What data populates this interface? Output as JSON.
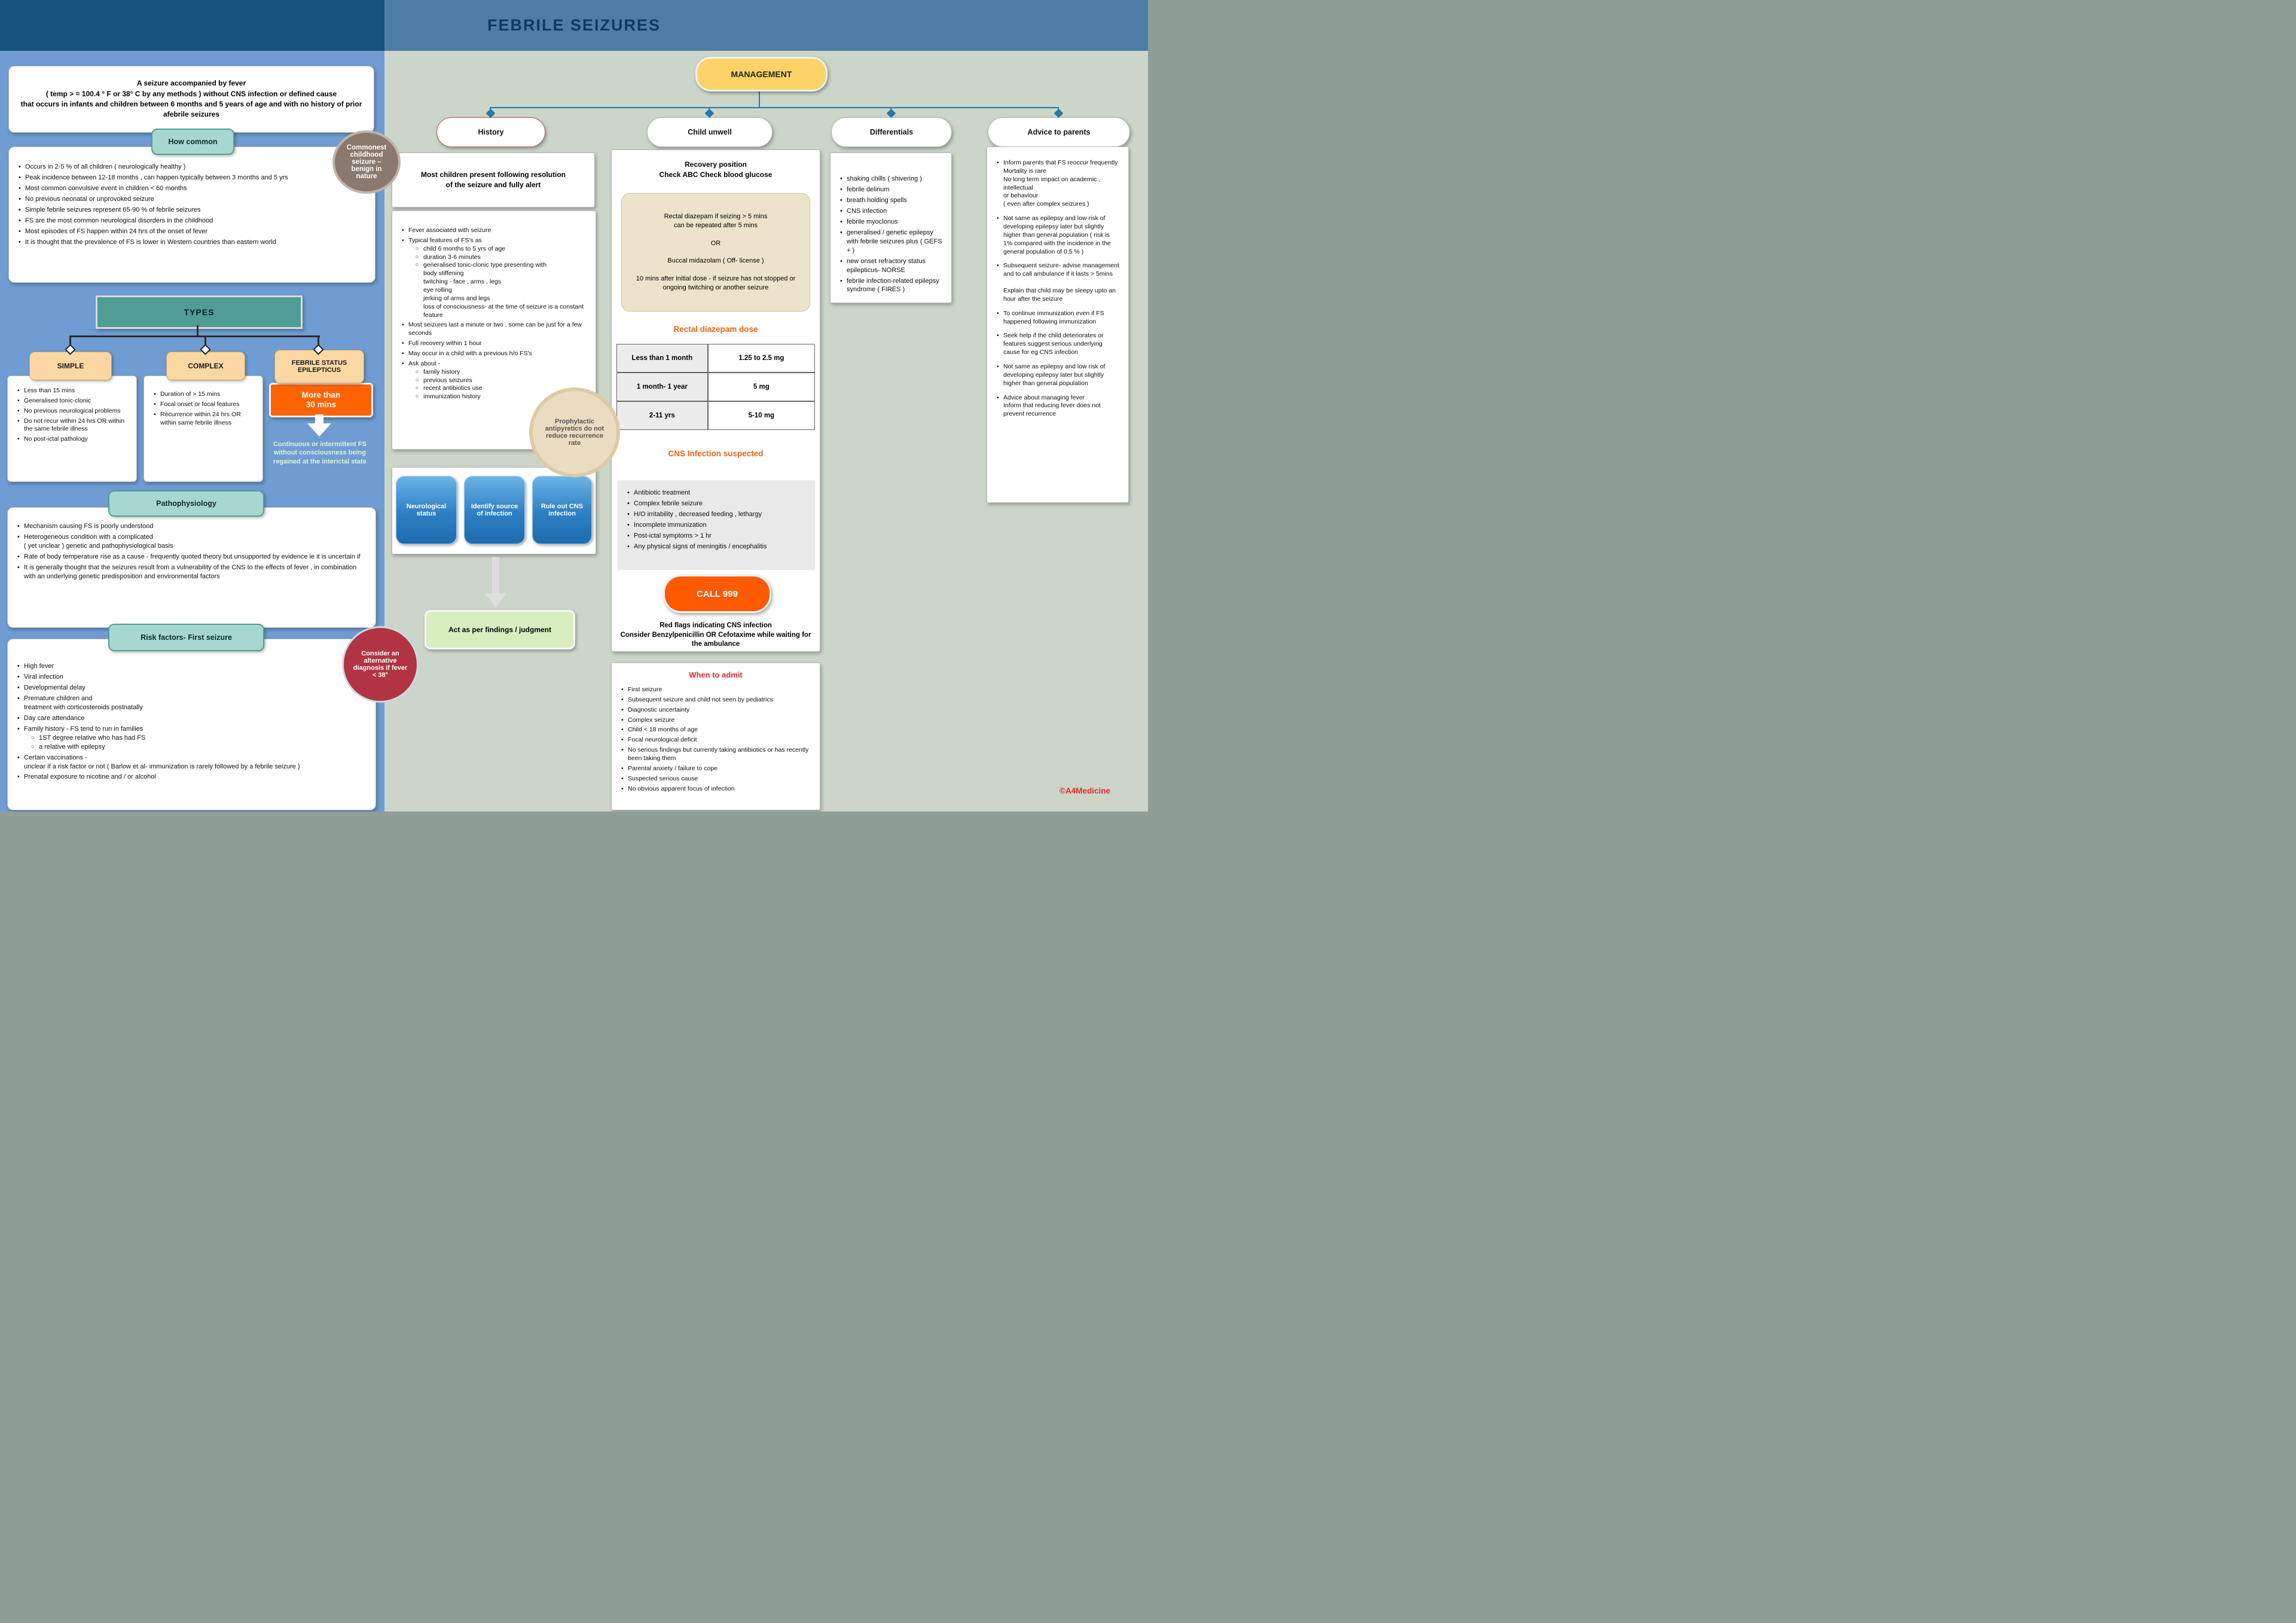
{
  "header": {
    "title": "FEBRILE SEIZURES"
  },
  "credit": "©A4Medicine",
  "definition": {
    "text": "A seizure accompanied by fever\n( temp > = 100.4 ° F or 38° C by any methods ) without CNS infection or defined cause\nthat occurs in infants and children between 6 months and 5 years of age and with no history of prior afebrile seizures"
  },
  "how_common": {
    "label": "How common",
    "items": [
      "Occurs in 2-5 % of all children ( neurologically healthy )",
      "Peak incidence between 12-18 months , can happen typically between 3 months and 5 yrs",
      "Most common convulsive event in children < 60 months",
      "No previous neonatal or unprovoked seizure",
      "Simple febrile seizures represent 65-90 % of febrile seizures",
      "FS are the most common neurological disorders in the childhood",
      "Most episodes of FS happen within 24 hrs of the onset of fever",
      "It is thought that the prevalence of FS is lower in Western countries than eastern world"
    ]
  },
  "commonest_badge": "Commonest childhood seizure –benign in nature",
  "types": {
    "label": "TYPES",
    "simple": {
      "label": "SIMPLE",
      "items": [
        "Less than 15 mins",
        "Generalised tonic-clonic",
        "No previous neurological problems",
        "Do not recur within 24 hrs OR within the same febrile illness",
        "No post-ictal pathology"
      ]
    },
    "complex": {
      "label": "COMPLEX",
      "items": [
        "Duration of > 15 mins",
        "Focal onset or focal features",
        "Recurrence within 24 hrs OR within same febrile illness"
      ]
    },
    "fse": {
      "label": "FEBRILE STATUS EPILEPTICUS",
      "duration": "More than\n30 mins",
      "note": "Continuous or intermittent FS without consciousness being regained at the interictal state"
    }
  },
  "pathophysiology": {
    "label": "Pathophysiology",
    "items": [
      "Mechanism causing FS is poorly understood",
      "Heterogeneous condition with a complicated\n( yet unclear ) genetic and pathophysiological basis",
      "Rate of body temperature rise as a cause - frequently quoted theory but unsupported by evidence ie it is uncertain if",
      "It is generally thought that the seizures result from a vulnerability of the CNS to the effects of fever , in combination with an underlying genetic predisposition and environmental factors"
    ]
  },
  "risk_factors": {
    "label": "Risk factors- First seizure",
    "items": [
      "High fever",
      "Viral infection",
      "Developmental delay",
      "Premature children and\ntreatment with corticosteroids postnatally",
      "Day care attendance",
      {
        "text": "Family history - FS tend to run in families",
        "sub": [
          "1ST degree relative who has had FS",
          "a relative with epilepsy"
        ]
      },
      "Certain vaccinations -\nunclear if a risk factor or not ( Barlow et al- immunization is rarely followed by a febrile seizure )",
      "Prenatal exposure to nicotine and / or alcohol"
    ]
  },
  "alt_diagnosis_badge": "Consider an alternative diagnosis if fever < 38°",
  "antipyretics_badge": "Prophylactic antipyretics do not reduce recurrence rate",
  "management": {
    "label": "MANAGEMENT",
    "branches": [
      "History",
      "Child unwell",
      "Differentials",
      "Advice to parents"
    ]
  },
  "history": {
    "intro": "Most children present following resolution\nof the seizure and fully alert",
    "items": [
      "Fever associated with seizure",
      {
        "text": "Typical features of FS's as",
        "sub": [
          "child 6 months to 5 yrs of age",
          "duration 3-6 minutes",
          "generalised tonic-clonic type presenting with\nbody stiffening\ntwitching - face , arms , legs\neye rolling\njerking of arms and legs\nloss of consciousness- at the time of seizure is a constant feature"
        ]
      },
      "Most seizures last a minute or two , some can be just for a few seconds",
      "Full recovery within 1 hour",
      "May occur in a child with a previous h/o FS's",
      {
        "text": "Ask about -",
        "sub": [
          "family history",
          "previous seizures",
          "recent antibiotics use",
          "immunization history"
        ]
      }
    ],
    "actions": [
      "Neurological status",
      "Identify source of Infection",
      "Rule out CNS infection"
    ],
    "outcome": "Act as per findings / judgment"
  },
  "child_unwell": {
    "title": "Recovery position\nCheck ABC Check blood glucose",
    "diazepam_box": "Rectal diazepam if seizing > 5 mins\ncan be repeated after 5 mins\n\nOR\n\nBuccal midazolam ( Off- license )\n\n10 mins after initial dose - if seizure has not stopped or ongoing twitching or another seizure",
    "dose_heading": "Rectal diazepam dose",
    "dose_table": [
      {
        "age": "Less than 1 month",
        "dose": "1.25 to 2.5 mg"
      },
      {
        "age": "1 month- 1 year",
        "dose": "5 mg"
      },
      {
        "age": "2-11 yrs",
        "dose": "5-10 mg"
      }
    ],
    "cns_heading": "CNS Infection suspected",
    "cns_items": [
      "Antibiotic treatment",
      "Complex febrile seizure",
      "H/O irritability , decreased feeding , lethargy",
      "Incomplete immunization",
      "Post-ictal symptoms > 1 hr",
      "Any physical signs of meningitis / encephalitis"
    ],
    "call_button": "CALL 999",
    "red_flags": "Red flags indicating CNS infection\nConsider Benzylpenicillin OR Cefotaxime while waiting for the ambulance"
  },
  "when_to_admit": {
    "label": "When to admit",
    "items": [
      "First seizure",
      "Subsequent seizure and child not seen by pediatrics",
      "Diagnostic uncertainty",
      "Complex seizure",
      "Child < 18 months of age",
      "Focal neurological deficit",
      "No serious findings but currently taking antibiotics or has recently been taking them",
      "Parental anxiety / failure to cope",
      "Suspected serious cause",
      "No obvious apparent focus of infection"
    ]
  },
  "differentials": {
    "items": [
      "shaking chills ( shivering )",
      "febrile delirium",
      "breath holding spells",
      "CNS infection",
      "febrile myoclonus",
      "generalised / genetic epilepsy with febrile seizures plus ( GEFS + )",
      "new onset refractory status epilepticus- NORSE",
      "febrile infection-related epilepsy syndrome ( FIRES )"
    ]
  },
  "advice": {
    "items": [
      "Inform parents that FS reoccur frequently\nMortality is rare\nNo long term impact on academic , intellectual\nor behaviour\n( even after complex seizures )",
      "Not same as epilepsy and low risk of developing epilepsy later but slightly higher than general population ( risk is 1% compared with the incidence in the general population of 0.5 % )",
      "Subsequent seizure- advise management and to call ambulance if it lasts > 5mins\n\nExplain that child may be sleepy upto an hour after the seizure",
      "To continue immunization even if FS happened following immunization",
      "Seek help if the child deteriorates or features suggest serious underlying cause for eg CNS infection",
      "Not same as epilepsy and low risk of developing epilepsy later but slightly higher than general population",
      "Advice about managing fever\nInform that reducing fever does not prevent recurrence"
    ]
  }
}
